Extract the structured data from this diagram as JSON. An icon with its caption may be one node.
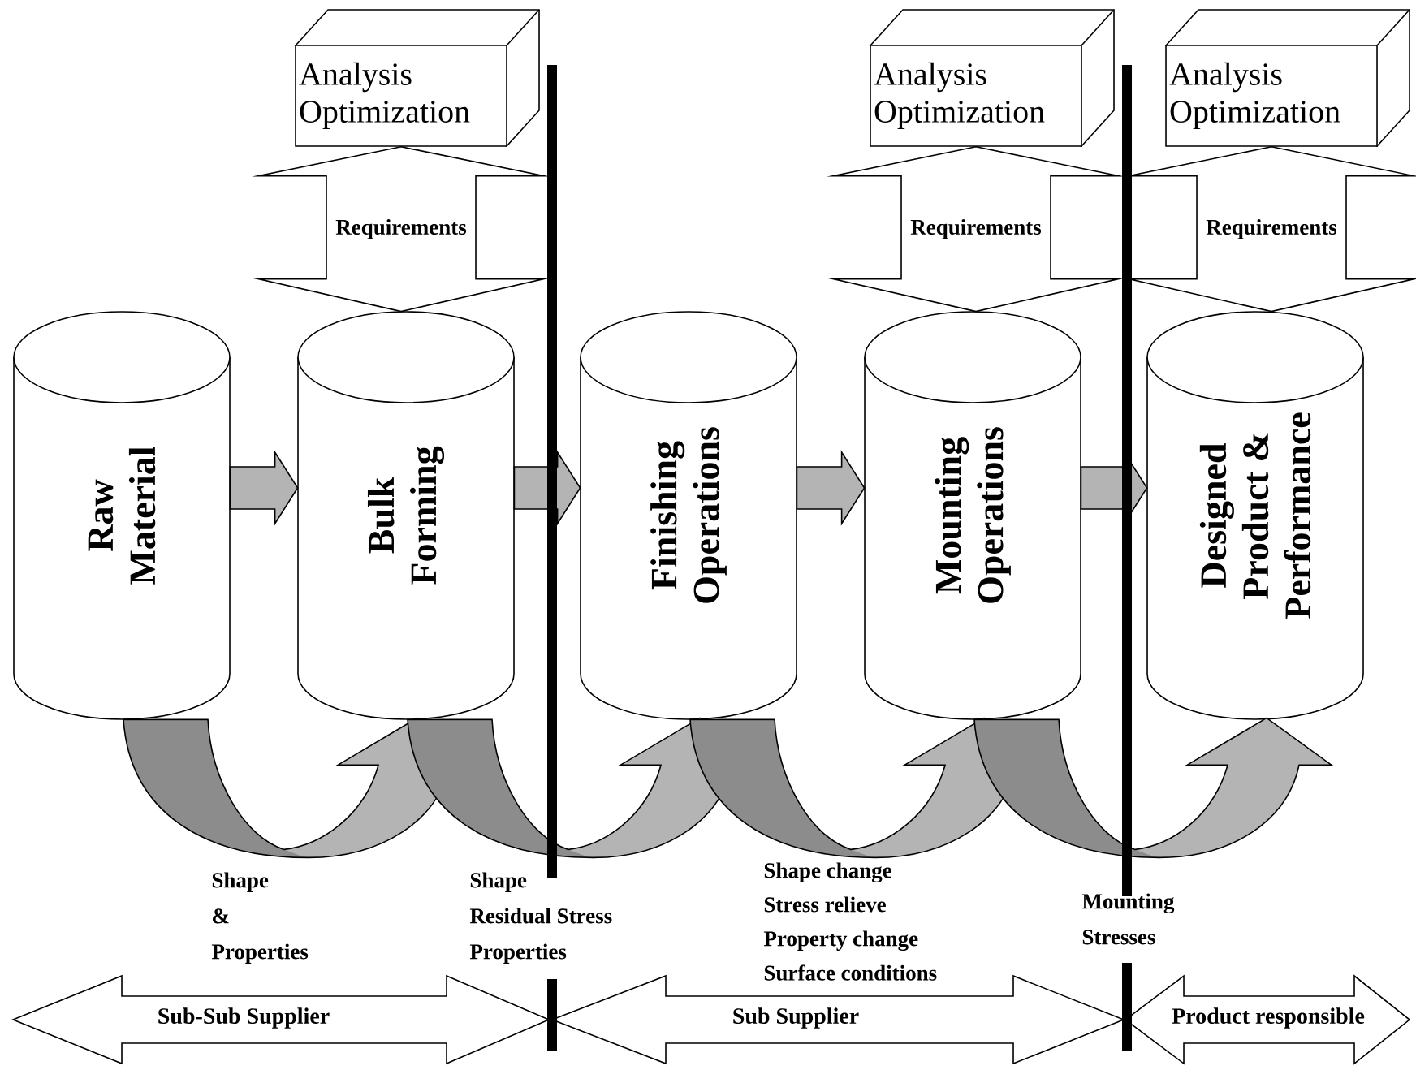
{
  "diagram": {
    "nodes": [
      {
        "text": [
          "Raw Material"
        ]
      },
      {
        "text": [
          "Bulk Forming"
        ]
      },
      {
        "text": [
          "Finishing Operations"
        ]
      },
      {
        "text": [
          "Mounting Operations"
        ]
      },
      {
        "text": [
          "Designed Product & Performance"
        ]
      },
      {
        "text": [
          "Analysis Optimization"
        ]
      },
      {
        "text": [
          "Analysis Optimization"
        ]
      },
      {
        "text": [
          "Analysis Optimization"
        ]
      },
      {
        "text": [
          "Sub-Sub Supplier"
        ]
      },
      {
        "text": [
          "Sub Supplier"
        ]
      },
      {
        "text": [
          "Product responsible"
        ]
      }
    ],
    "edges": [
      {
        "from": 0,
        "to": 1,
        "arrow": "to"
      },
      {
        "from": 1,
        "to": 2,
        "arrow": "to"
      },
      {
        "from": 2,
        "to": 3,
        "arrow": "to"
      },
      {
        "from": 3,
        "to": 4,
        "arrow": "to"
      },
      {
        "from": 0,
        "to": 1,
        "arrow": "to"
      },
      {
        "from": 1,
        "to": 2,
        "arrow": "to"
      },
      {
        "from": 2,
        "to": 3,
        "arrow": "to"
      },
      {
        "from": 3,
        "to": 4,
        "arrow": "to"
      },
      {
        "from": 5,
        "to": 1,
        "arrow": "both",
        "label": "Requirements"
      },
      {
        "from": 6,
        "to": 3,
        "arrow": "both",
        "label": "Requirements"
      },
      {
        "from": 7,
        "to": 4,
        "arrow": "both",
        "label": "Requirements"
      }
    ],
    "labels": [
      "Shape & Properties",
      "Shape",
      "Residual Stress",
      "Properties",
      "Shape change",
      "Stress relieve",
      "Property change",
      "Surface conditions",
      "Mounting Stresses"
    ]
  }
}
